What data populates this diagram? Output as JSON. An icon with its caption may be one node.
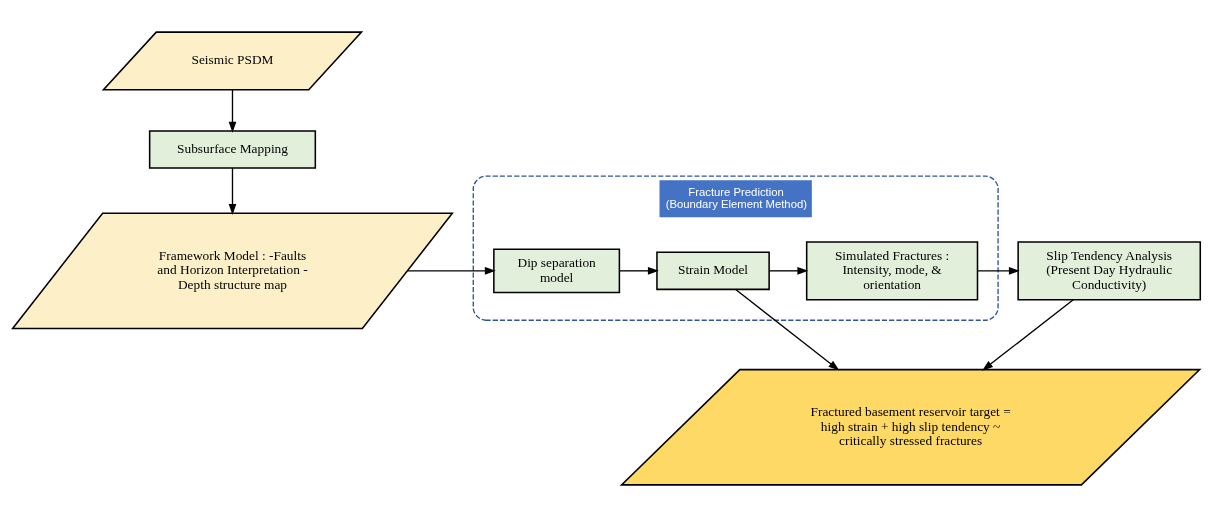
{
  "diagram": {
    "nodes": [
      {
        "text": [
          "Seismic PSDM"
        ]
      },
      {
        "text": [
          "Subsurface Mapping"
        ]
      },
      {
        "text": [
          "Framework Model : -Faults and Horizon Interpretation - Depth structure map"
        ]
      },
      {
        "text": [
          "Fracture Prediction (Boundary Element Method)"
        ]
      },
      {
        "text": [
          "Dip separation model"
        ],
        "in": 3
      },
      {
        "text": [
          "Strain Model"
        ],
        "in": 3
      },
      {
        "text": [
          "Simulated Fractures : Intensity, mode, & orientation"
        ],
        "in": 3
      },
      {
        "text": [
          "Slip Tendency Analysis (Present Day Hydraulic Conductivity)"
        ]
      },
      {
        "text": [
          "Fractured basement reservoir target = high strain + high slip tendency ~ critically stressed fractures"
        ]
      }
    ],
    "edges": [
      {
        "from": 0,
        "to": 1,
        "arrow": "to"
      },
      {
        "from": 1,
        "to": 2,
        "arrow": "to"
      },
      {
        "from": 2,
        "to": 4,
        "arrow": "to"
      },
      {
        "from": 4,
        "to": 5,
        "arrow": "to"
      },
      {
        "from": 5,
        "to": 6,
        "arrow": "to"
      },
      {
        "from": 6,
        "to": 7,
        "arrow": "to"
      },
      {
        "from": 5,
        "to": 8,
        "arrow": "to"
      },
      {
        "from": 7,
        "to": 8,
        "arrow": "to"
      }
    ]
  }
}
